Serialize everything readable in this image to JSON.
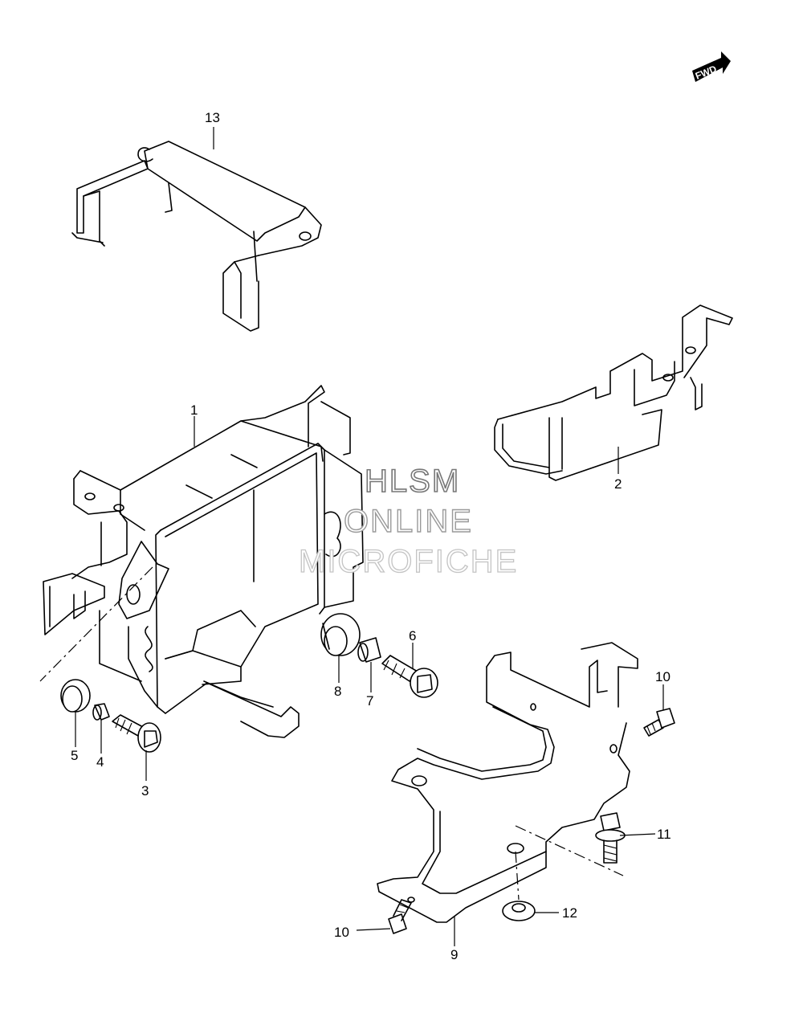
{
  "direction_badge": {
    "label": "FWD"
  },
  "watermark": {
    "line1": "HLSM",
    "line2": "ONLINE",
    "line3": "MICROFICHE"
  },
  "callouts": {
    "c1": "1",
    "c2": "2",
    "c3": "3",
    "c4": "4",
    "c5": "5",
    "c6": "6",
    "c7": "7",
    "c8": "8",
    "c9": "9",
    "c10a": "10",
    "c10b": "10",
    "c11": "11",
    "c12": "12",
    "c13": "13"
  }
}
